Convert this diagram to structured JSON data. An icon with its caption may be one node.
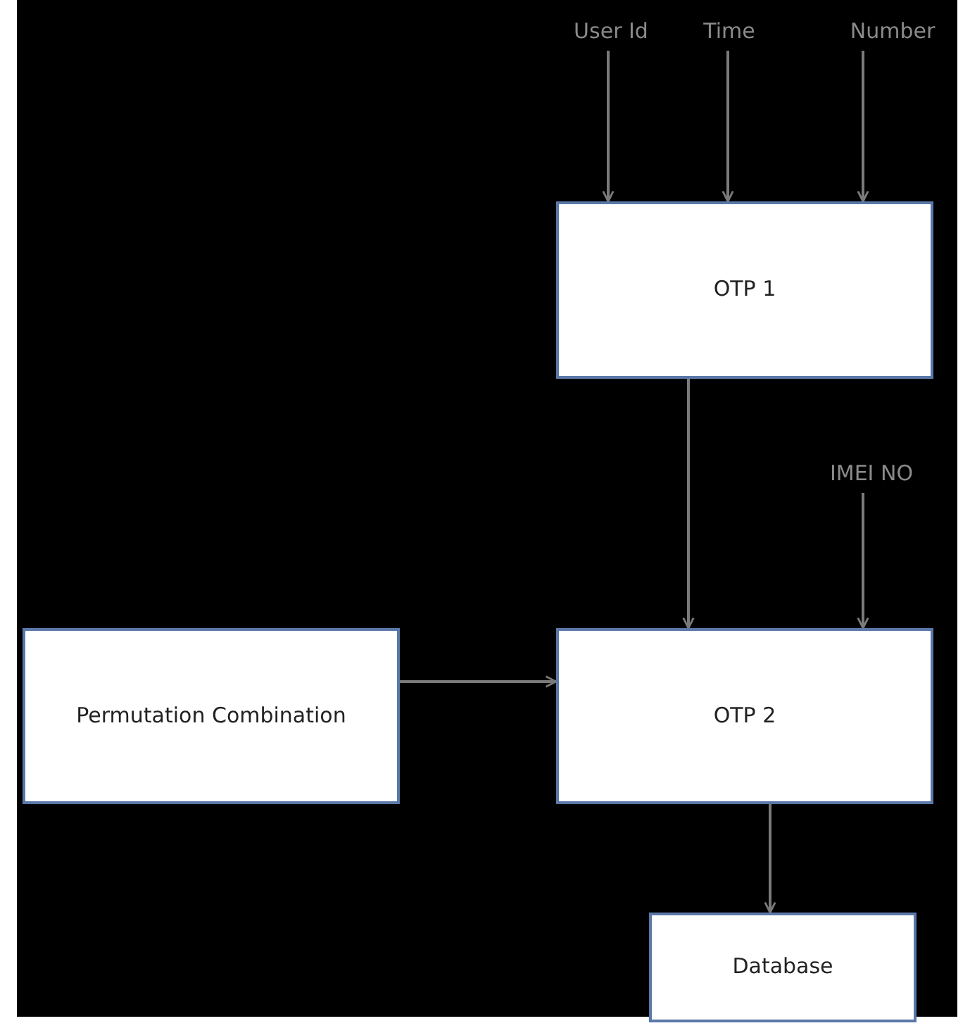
{
  "diagram": {
    "nodes": [
      {
        "text": [
          "User Id"
        ]
      },
      {
        "text": [
          "Time"
        ]
      },
      {
        "text": [
          "Number"
        ]
      },
      {
        "text": [
          "OTP 1"
        ]
      },
      {
        "text": [
          "IMEI NO"
        ]
      },
      {
        "text": [
          "Permutation Combination"
        ]
      },
      {
        "text": [
          "OTP 2"
        ]
      },
      {
        "text": [
          "Database"
        ]
      }
    ],
    "edges": [
      {
        "from": 0,
        "to": 3,
        "arrow": "to"
      },
      {
        "from": 1,
        "to": 3,
        "arrow": "to"
      },
      {
        "from": 2,
        "to": 3,
        "arrow": "to"
      },
      {
        "from": 3,
        "to": 6,
        "arrow": "to"
      },
      {
        "from": 4,
        "to": 6,
        "arrow": "to"
      },
      {
        "from": 5,
        "to": 6,
        "arrow": "to"
      },
      {
        "from": 6,
        "to": 7,
        "arrow": "to"
      }
    ]
  }
}
